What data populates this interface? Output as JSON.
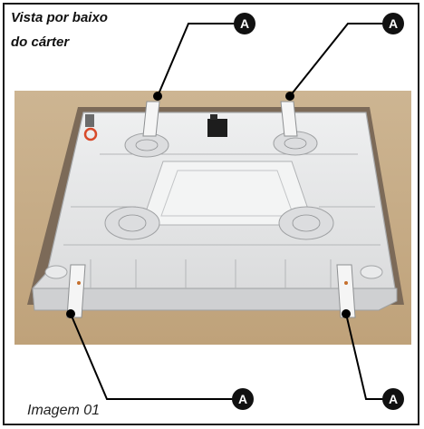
{
  "caption": {
    "line1": "Vista por baixo",
    "line2": "do cárter"
  },
  "image_label": "Imagem 01",
  "callouts": [
    {
      "id": "top-left",
      "letter": "A"
    },
    {
      "id": "top-right",
      "letter": "A"
    },
    {
      "id": "bottom-left",
      "letter": "A"
    },
    {
      "id": "bottom-right",
      "letter": "A"
    }
  ],
  "colors": {
    "frame": "#1a1a1a",
    "wood_surface": "#c9b08c",
    "plate": "#e6e7e8",
    "callout_circle": "#111111"
  }
}
